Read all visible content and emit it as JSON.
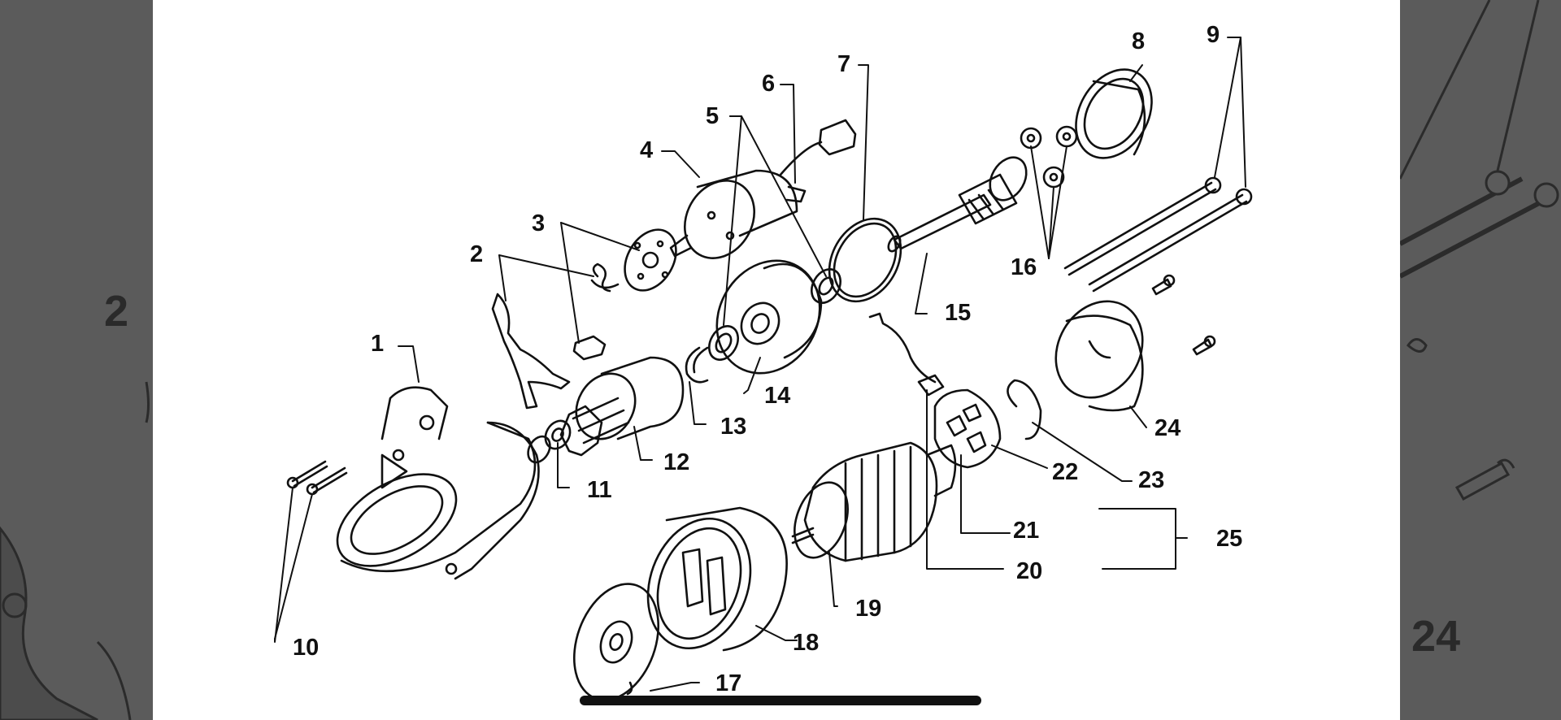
{
  "viewer": {
    "background_color": "#5b5b5b",
    "page_color": "#ffffff",
    "left_peek_label": "2",
    "right_peek_label": "24"
  },
  "diagram": {
    "callouts": [
      "1",
      "2",
      "3",
      "4",
      "5",
      "6",
      "7",
      "8",
      "9",
      "10",
      "11",
      "12",
      "13",
      "14",
      "15",
      "16",
      "17",
      "18",
      "19",
      "20",
      "21",
      "22",
      "23",
      "24",
      "25"
    ]
  },
  "home_indicator": {
    "color": "#111111"
  }
}
